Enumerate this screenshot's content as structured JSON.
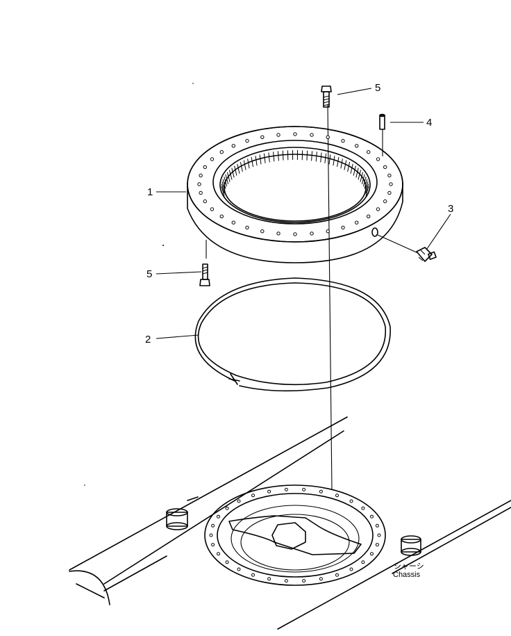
{
  "callouts": {
    "c1": "1",
    "c2": "2",
    "c3": "3",
    "c4": "4",
    "c5_top": "5",
    "c5_left": "5"
  },
  "chassis": {
    "jp": "シャーシ",
    "en": "Chassis"
  }
}
